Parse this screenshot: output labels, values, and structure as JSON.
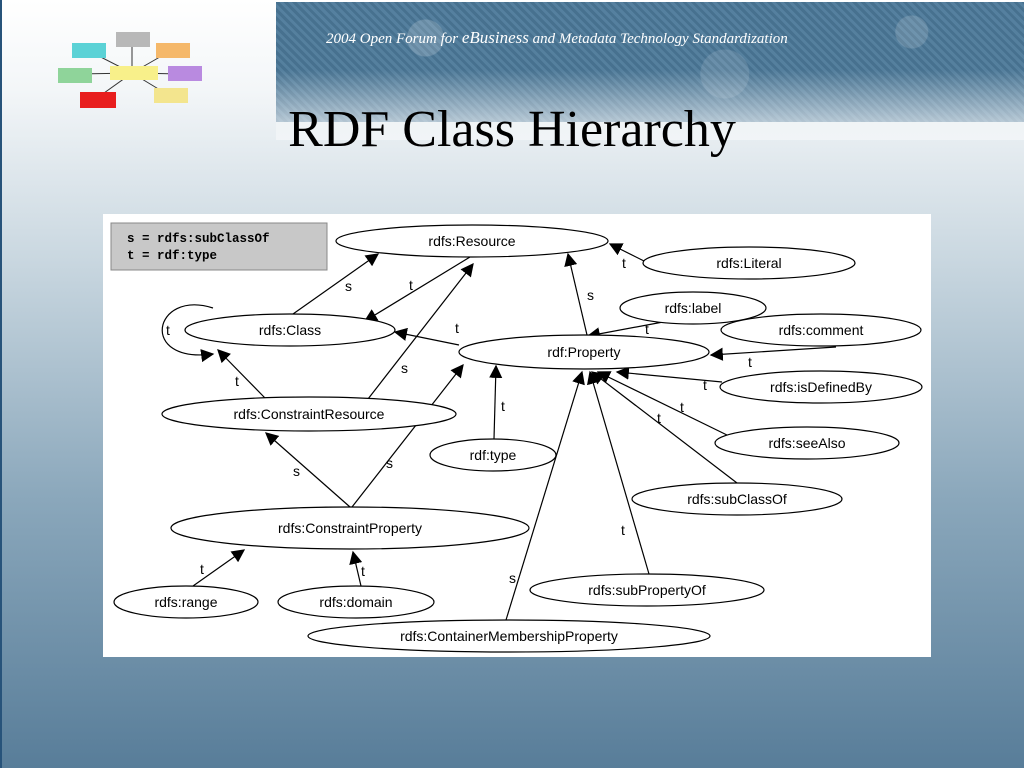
{
  "header": {
    "subtitle_pre": "2004 Open Forum for ",
    "subtitle_em": "eBusiness",
    "subtitle_post": " and Metadata Technology Standardization",
    "title": "RDF Class Hierarchy"
  },
  "legend": {
    "line1": "s = rdfs:subClassOf",
    "line2": "t = rdf:type"
  },
  "nodes": [
    {
      "id": "resource",
      "label": "rdfs:Resource"
    },
    {
      "id": "literal",
      "label": "rdfs:Literal"
    },
    {
      "id": "class",
      "label": "rdfs:Class"
    },
    {
      "id": "label",
      "label": "rdfs:label"
    },
    {
      "id": "comment",
      "label": "rdfs:comment"
    },
    {
      "id": "property",
      "label": "rdf:Property"
    },
    {
      "id": "isdefinedby",
      "label": "rdfs:isDefinedBy"
    },
    {
      "id": "constraintresource",
      "label": "rdfs:ConstraintResource"
    },
    {
      "id": "seealso",
      "label": "rdfs:seeAlso"
    },
    {
      "id": "type",
      "label": "rdf:type"
    },
    {
      "id": "subclassof",
      "label": "rdfs:subClassOf"
    },
    {
      "id": "constraintproperty",
      "label": "rdfs:ConstraintProperty"
    },
    {
      "id": "subpropertyof",
      "label": "rdfs:subPropertyOf"
    },
    {
      "id": "range",
      "label": "rdfs:range"
    },
    {
      "id": "domain",
      "label": "rdfs:domain"
    },
    {
      "id": "containermembershipproperty",
      "label": "rdfs:ContainerMembershipProperty"
    }
  ],
  "edges": [
    {
      "from": "class",
      "to": "class",
      "label": "t"
    },
    {
      "from": "class",
      "to": "resource",
      "label": "s"
    },
    {
      "from": "resource",
      "to": "class",
      "label": "t"
    },
    {
      "from": "literal",
      "to": "resource",
      "label": "t"
    },
    {
      "from": "property",
      "to": "resource",
      "label": "s"
    },
    {
      "from": "property",
      "to": "class",
      "label": "t"
    },
    {
      "from": "label",
      "to": "property",
      "label": "t"
    },
    {
      "from": "comment",
      "to": "property",
      "label": "t"
    },
    {
      "from": "isdefinedby",
      "to": "property",
      "label": "t"
    },
    {
      "from": "seealso",
      "to": "property",
      "label": "t"
    },
    {
      "from": "subclassof",
      "to": "property",
      "label": "t"
    },
    {
      "from": "subpropertyof",
      "to": "property",
      "label": "t"
    },
    {
      "from": "type",
      "to": "property",
      "label": "t"
    },
    {
      "from": "constraintresource",
      "to": "class",
      "label": "t"
    },
    {
      "from": "constraintresource",
      "to": "resource",
      "label": "s"
    },
    {
      "from": "constraintproperty",
      "to": "constraintresource",
      "label": "s"
    },
    {
      "from": "constraintproperty",
      "to": "property",
      "label": "s"
    },
    {
      "from": "range",
      "to": "constraintproperty",
      "label": "t"
    },
    {
      "from": "domain",
      "to": "constraintproperty",
      "label": "t"
    },
    {
      "from": "containermembershipproperty",
      "to": "property",
      "label": "s"
    }
  ],
  "colors": {
    "header_band": "#4a7595",
    "title_text": "#000000",
    "subtitle_text": "#ffffff",
    "legend_bg": "#c8c8c8"
  }
}
